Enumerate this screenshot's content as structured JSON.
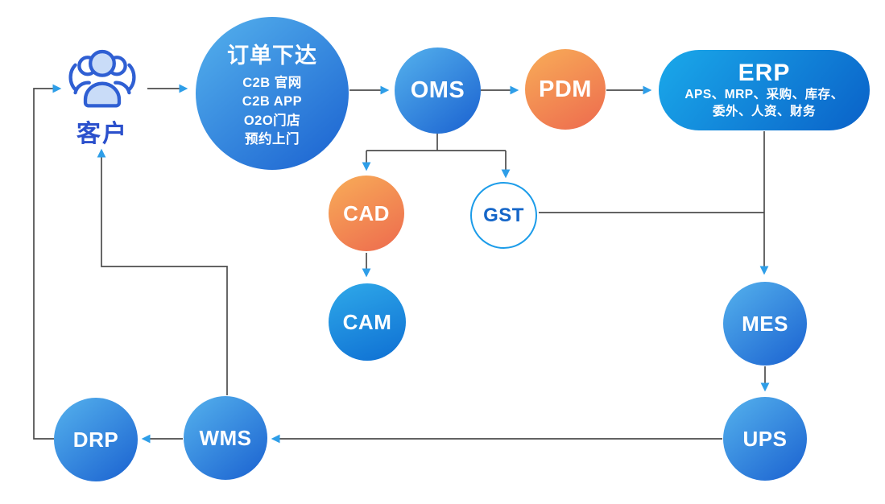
{
  "diagram": {
    "customer": {
      "label": "客户"
    },
    "order": {
      "title": "订单下达",
      "lines": [
        "C2B 官网",
        "C2B APP",
        "O2O门店",
        "预约上门"
      ]
    },
    "oms": {
      "label": "OMS"
    },
    "pdm": {
      "label": "PDM"
    },
    "erp": {
      "title": "ERP",
      "sub1": "APS、MRP、采购、库存、",
      "sub2": "委外、人资、财务"
    },
    "cad": {
      "label": "CAD"
    },
    "gst": {
      "label": "GST"
    },
    "cam": {
      "label": "CAM"
    },
    "mes": {
      "label": "MES"
    },
    "ups": {
      "label": "UPS"
    },
    "wms": {
      "label": "WMS"
    },
    "drp": {
      "label": "DRP"
    }
  },
  "colors": {
    "blue-grad-start": "#55B2ED",
    "blue-grad-end": "#1A61D0",
    "cam-grad-start": "#2FA9E9",
    "cam-grad-end": "#0E6FD3",
    "orange-grad-start": "#F8AD58",
    "orange-grad-end": "#ED6A4E",
    "erp-grad-start": "#1AA9EA",
    "erp-grad-end": "#0A61C8",
    "gst-border": "#1C9CE9",
    "gst-text": "#1566C8",
    "customer-stroke": "#2F5FD3",
    "customer-fill": "#C9DCF8",
    "customer-label": "#2B50CC",
    "line": "#4D4D4D",
    "arrow": "#2E9EE8",
    "text-white": "#FFFFFF",
    "bg": "#FFFFFF"
  }
}
